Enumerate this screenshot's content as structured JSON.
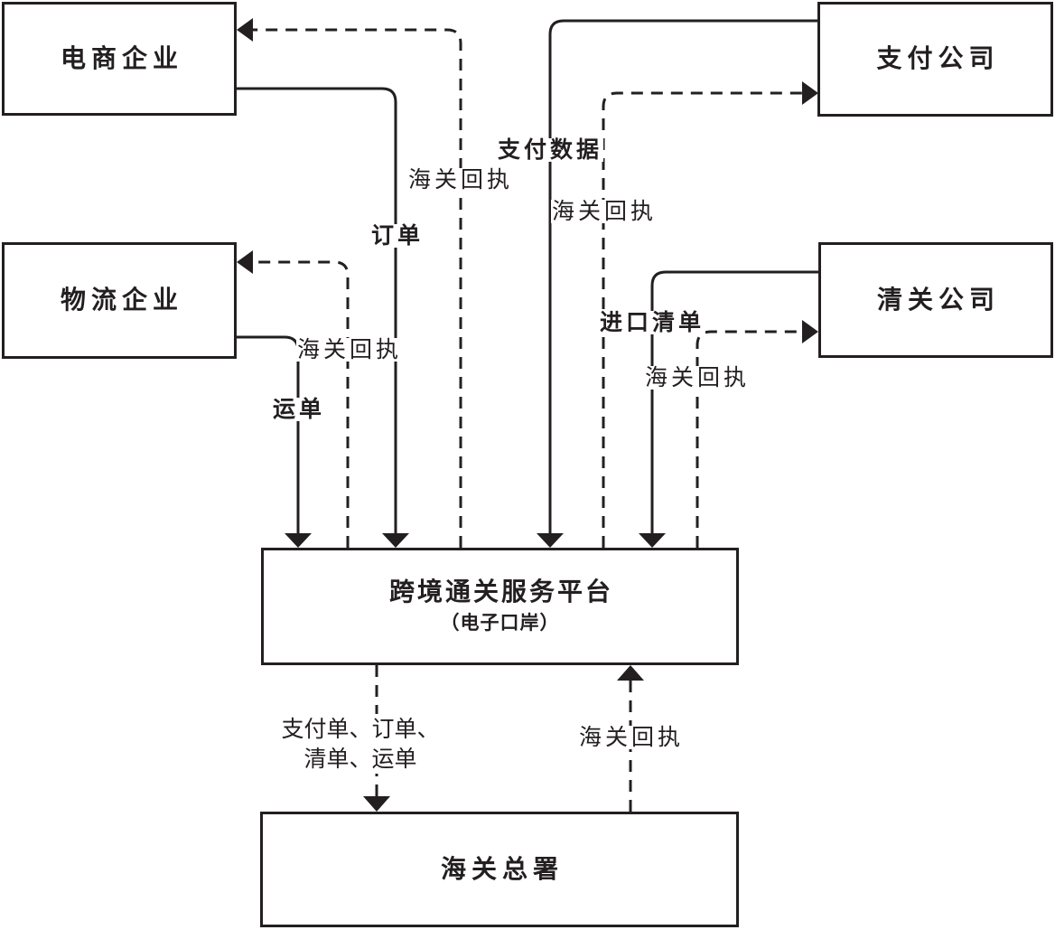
{
  "diagram": {
    "type": "flowchart",
    "colors": {
      "ink": "#231f20",
      "background": "#ffffff"
    },
    "nodes": {
      "ecommerce": {
        "label": "电商企业"
      },
      "payment": {
        "label": "支付公司"
      },
      "logistics": {
        "label": "物流企业"
      },
      "clearance": {
        "label": "清关公司"
      },
      "platform": {
        "label": "跨境通关服务平台",
        "sublabel": "（电子口岸）"
      },
      "customs": {
        "label": "海关总署"
      }
    },
    "edges": {
      "order": {
        "label": "订单",
        "from": "电商企业",
        "to": "跨境通关服务平台（电子口岸）",
        "style": "solid"
      },
      "ecommerce_receipt": {
        "label": "海关回执",
        "from": "跨境通关服务平台（电子口岸）",
        "to": "电商企业",
        "style": "dashed"
      },
      "waybill": {
        "label": "运单",
        "from": "物流企业",
        "to": "跨境通关服务平台（电子口岸）",
        "style": "solid"
      },
      "logistics_receipt": {
        "label": "海关回执",
        "from": "跨境通关服务平台（电子口岸）",
        "to": "物流企业",
        "style": "dashed"
      },
      "payment_data": {
        "label": "支付数据",
        "from": "支付公司",
        "to": "跨境通关服务平台（电子口岸）",
        "style": "solid"
      },
      "payment_receipt": {
        "label": "海关回执",
        "from": "跨境通关服务平台（电子口岸）",
        "to": "支付公司",
        "style": "dashed"
      },
      "import_list": {
        "label": "进口清单",
        "from": "清关公司",
        "to": "跨境通关服务平台（电子口岸）",
        "style": "solid"
      },
      "clearance_receipt": {
        "label": "海关回执",
        "from": "跨境通关服务平台（电子口岸）",
        "to": "清关公司",
        "style": "dashed"
      },
      "platform_to_customs": {
        "label": "支付单、订单、\n清单、运单",
        "from": "跨境通关服务平台（电子口岸）",
        "to": "海关总署",
        "style": "dashed"
      },
      "customs_receipt": {
        "label": "海关回执",
        "from": "海关总署",
        "to": "跨境通关服务平台（电子口岸）",
        "style": "dashed"
      }
    }
  }
}
